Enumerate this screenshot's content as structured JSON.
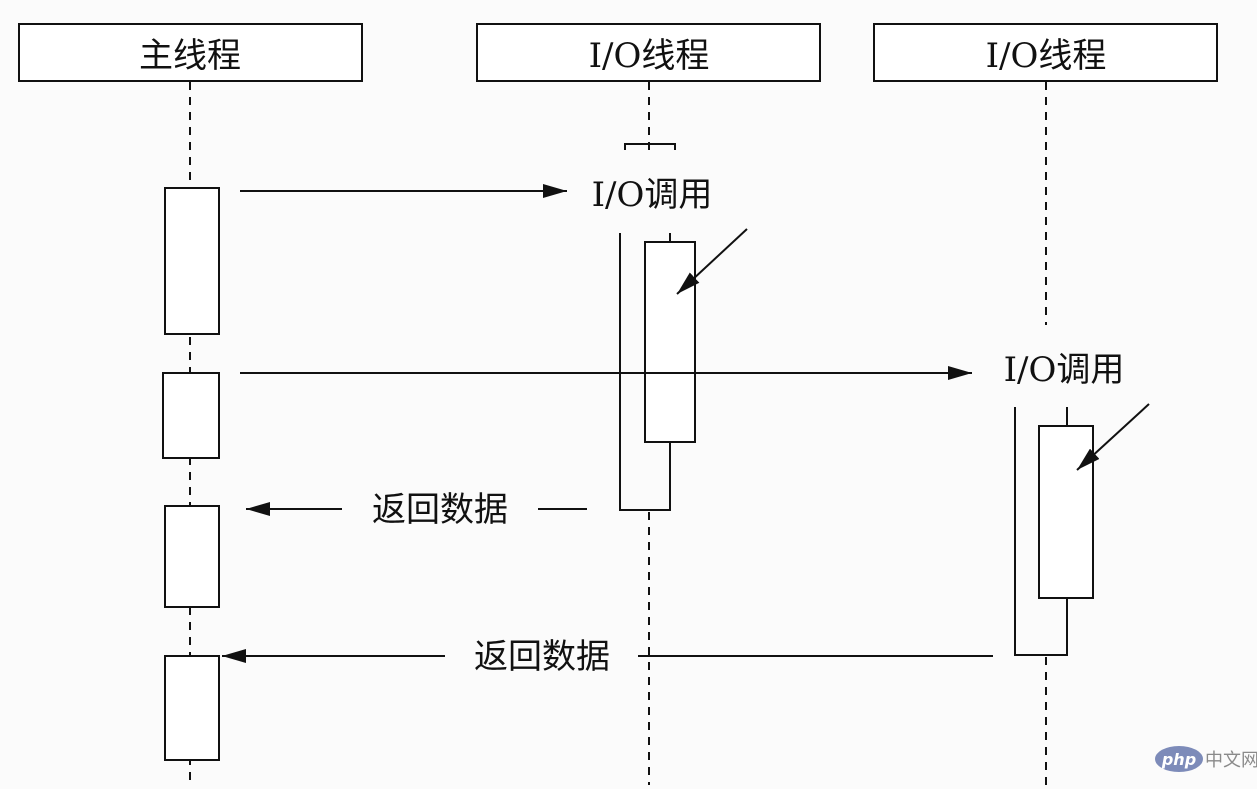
{
  "diagram": {
    "type": "sequence",
    "lifelines": [
      {
        "id": "main",
        "label": "主线程"
      },
      {
        "id": "io1",
        "label": "I/O线程"
      },
      {
        "id": "io2",
        "label": "I/O线程"
      }
    ],
    "messages": [
      {
        "from": "main",
        "to": "io1",
        "label": "I/O调用"
      },
      {
        "from": "main",
        "to": "io2",
        "label": "I/O调用"
      },
      {
        "from": "io1",
        "to": "main",
        "label": "返回数据"
      },
      {
        "from": "io2",
        "to": "main",
        "label": "返回数据"
      }
    ]
  },
  "watermark": {
    "brand": "php",
    "text": "中文网"
  }
}
